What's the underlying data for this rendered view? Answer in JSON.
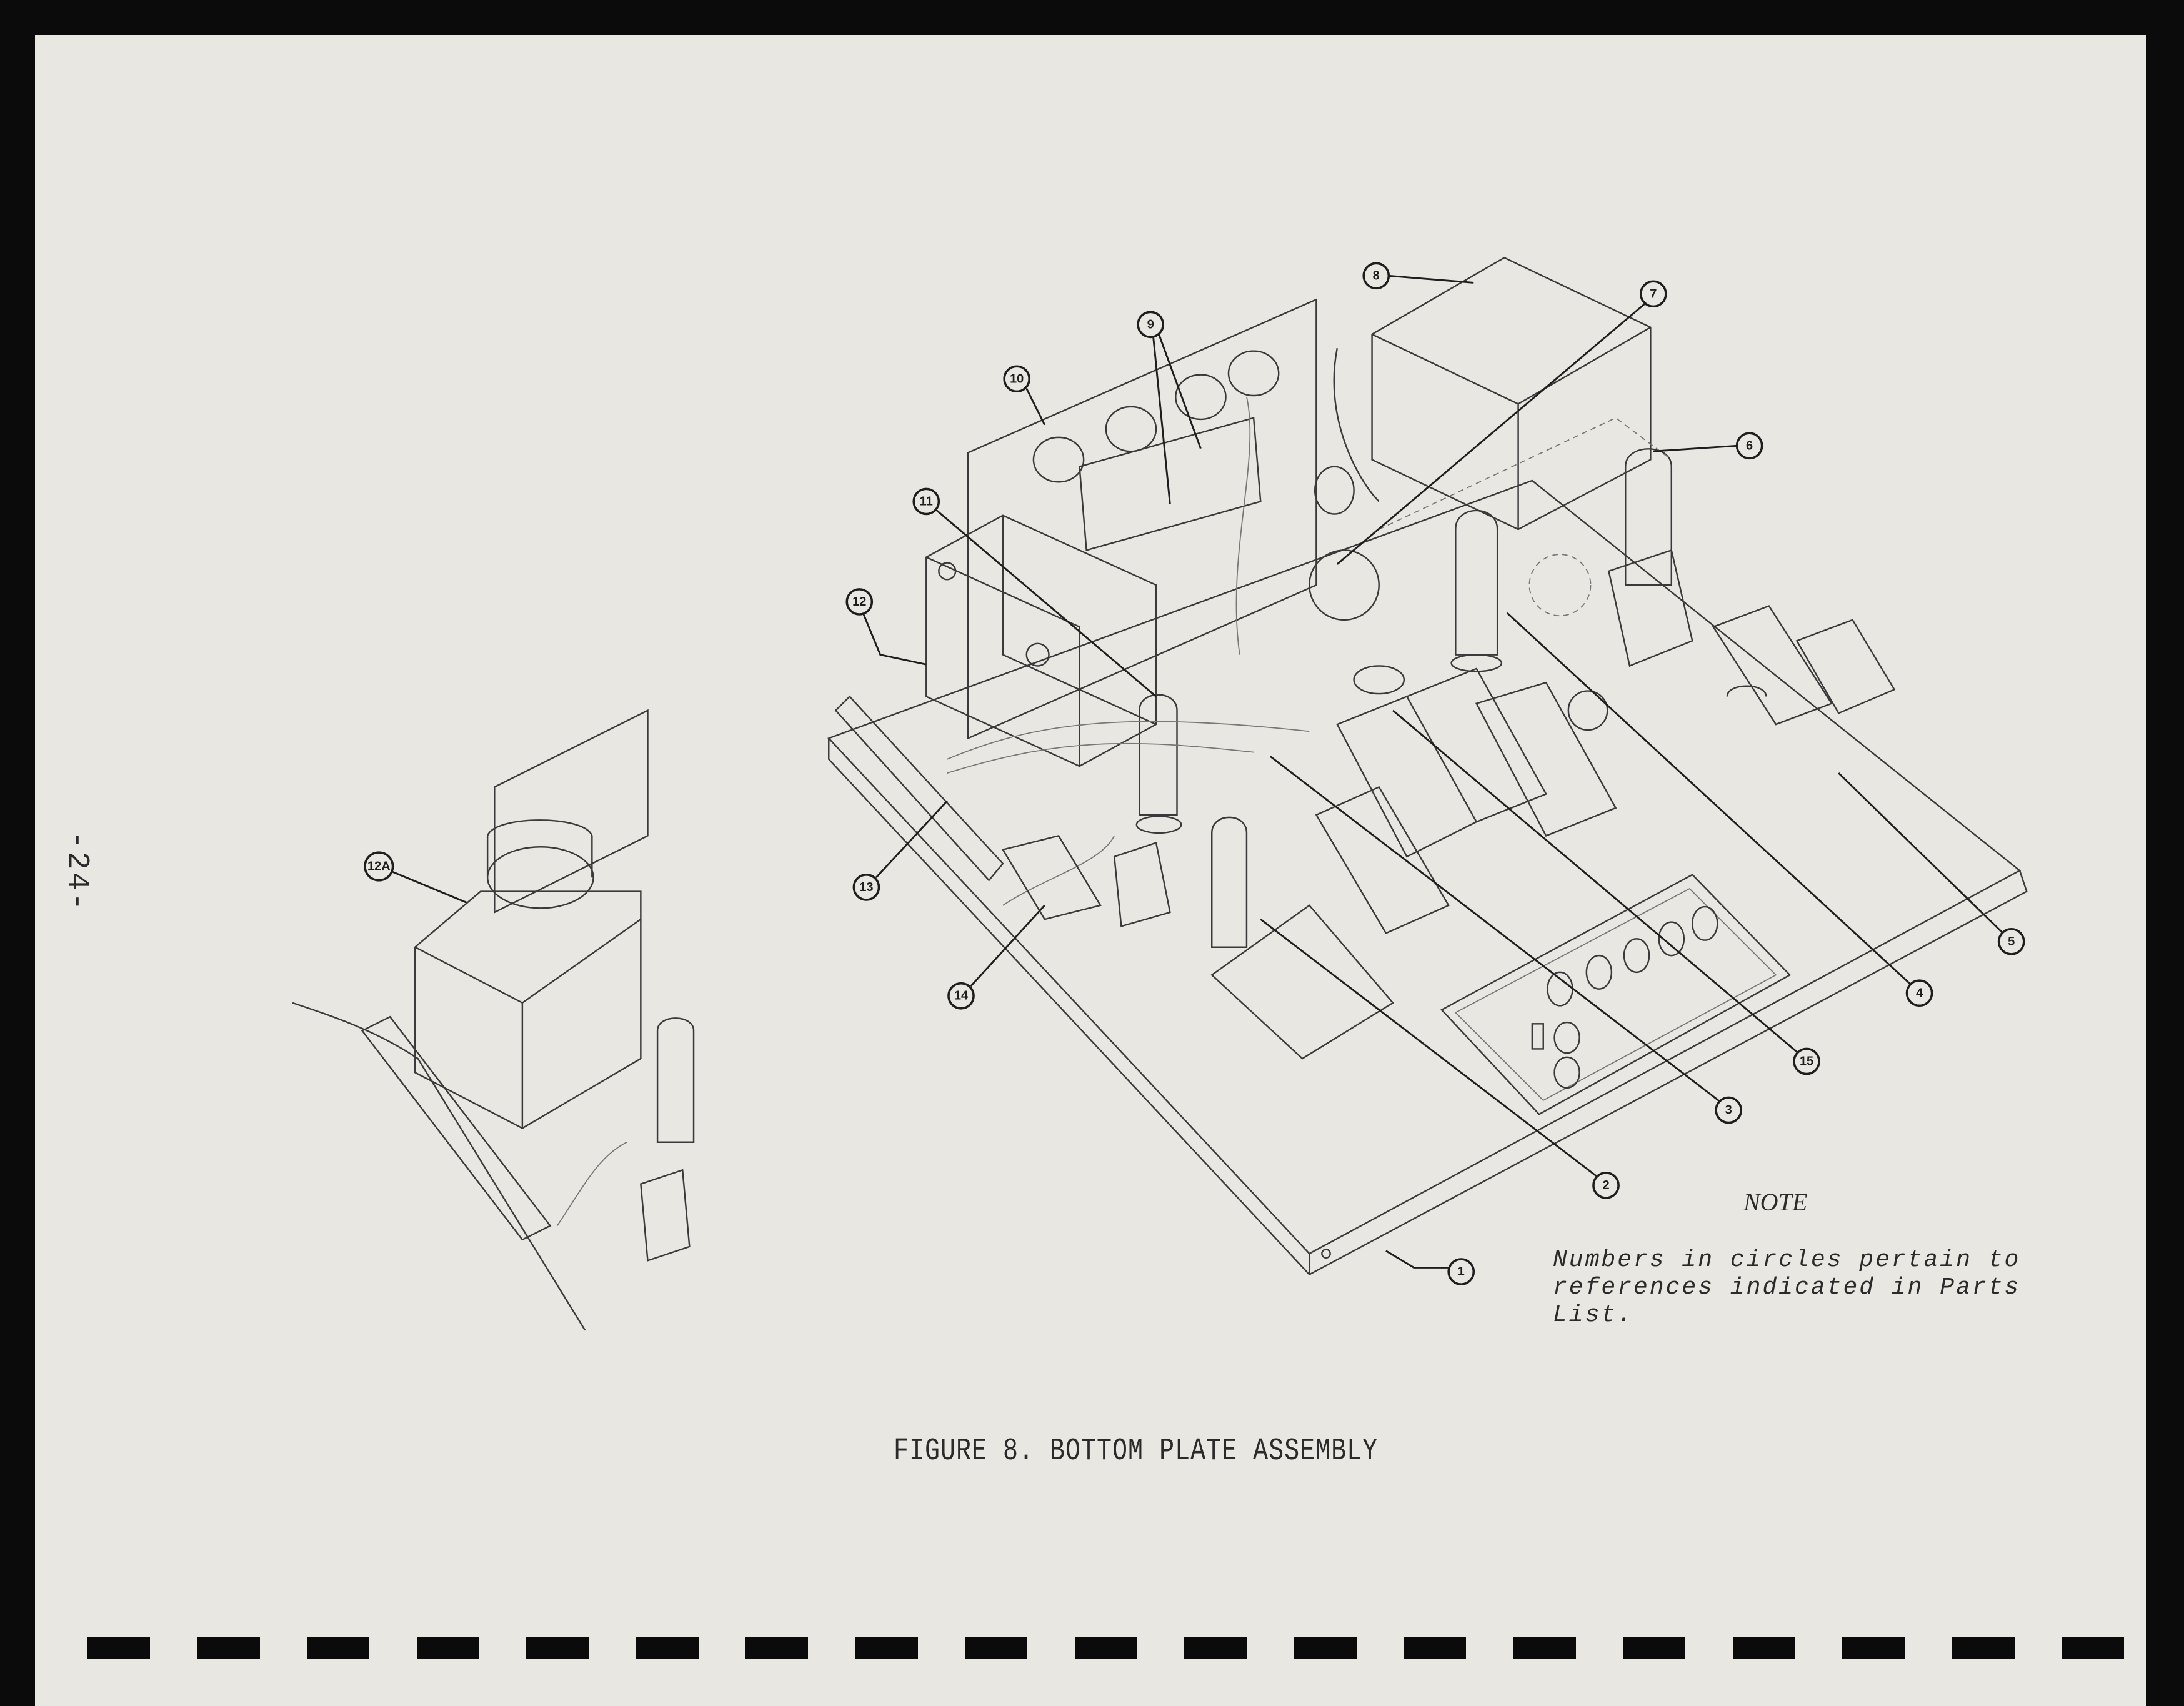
{
  "page_number": "-24-",
  "figure_caption": "FIGURE 8.  BOTTOM PLATE ASSEMBLY",
  "note": {
    "title": "NOTE",
    "lines": [
      "Numbers in circles pertain to",
      "references indicated in Parts",
      "List."
    ]
  },
  "callouts": {
    "c1": "1",
    "c2": "2",
    "c3": "3",
    "c4": "4",
    "c5": "5",
    "c6": "6",
    "c7": "7",
    "c8": "8",
    "c9": "9",
    "c10": "10",
    "c11": "11",
    "c12": "12",
    "c12a": "12A",
    "c13": "13",
    "c14": "14",
    "c15": "15"
  }
}
